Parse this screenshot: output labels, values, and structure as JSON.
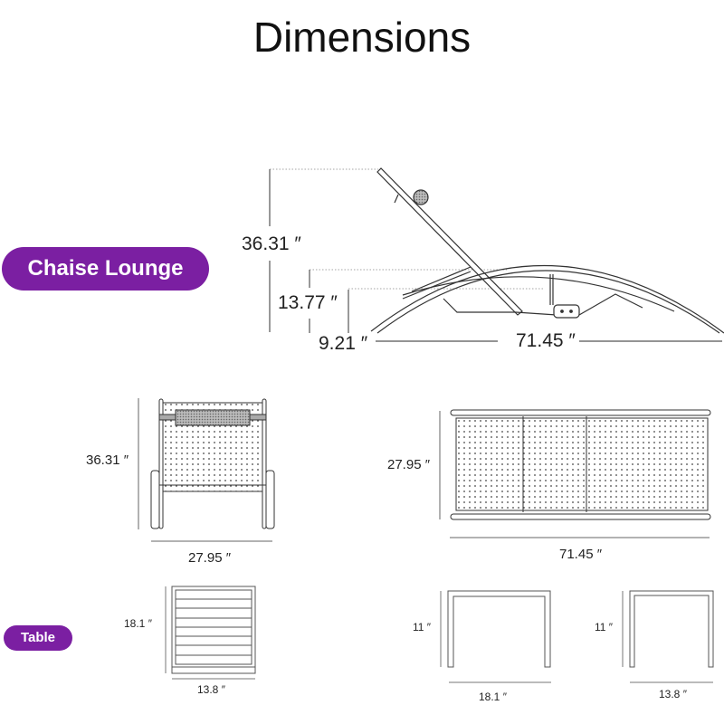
{
  "title": "Dimensions",
  "badges": {
    "chaise": "Chaise Lounge",
    "table": "Table",
    "color": "#7b1fa2"
  },
  "chaise_side": {
    "height": "36.31 ″",
    "seat_height": "13.77 ″",
    "bottom_height": "9.21 ″",
    "length": "71.45 ″"
  },
  "chaise_front": {
    "height": "36.31 ″",
    "width": "27.95 ″"
  },
  "chaise_top": {
    "width": "27.95 ″",
    "length": "71.45 ″"
  },
  "table_top": {
    "depth": "18.1 ″",
    "width": "13.8 ″"
  },
  "table_side_long": {
    "height": "11 ″",
    "length": "18.1 ″"
  },
  "table_side_short": {
    "height": "11 ″",
    "width": "13.8 ″"
  }
}
